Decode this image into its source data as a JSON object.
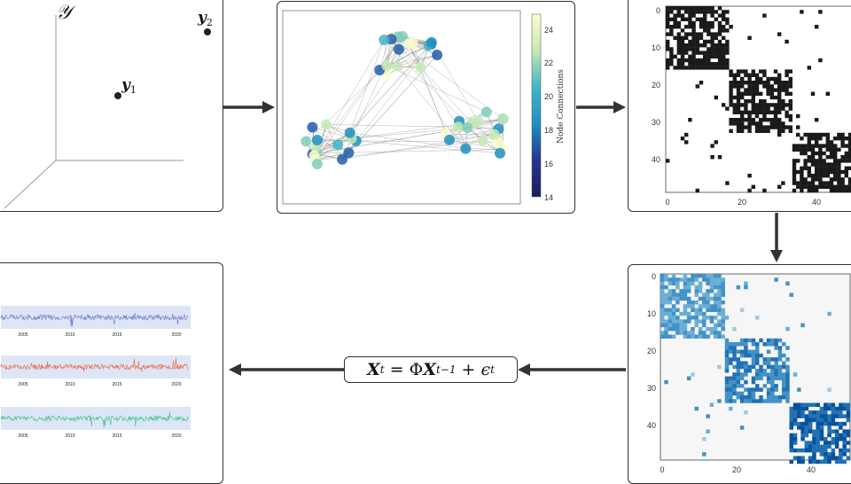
{
  "latent_space": {
    "space_label": "𝒴",
    "points": [
      {
        "label": "y",
        "sub": "1"
      },
      {
        "label": "y",
        "sub": "2"
      }
    ]
  },
  "graph": {
    "colorbar_label": "Node Connections",
    "colorbar_ticks": [
      "24",
      "22",
      "20",
      "18",
      "16",
      "14"
    ],
    "colormap": [
      "#fbfcce",
      "#c6e9b4",
      "#7fcdbb",
      "#41b6c4",
      "#1d91c0",
      "#225ea8",
      "#253494",
      "#1b1f5e"
    ]
  },
  "adjacency": {
    "x_ticks": [
      "0",
      "20",
      "40"
    ],
    "y_ticks": [
      "0",
      "10",
      "20",
      "30",
      "40"
    ],
    "cell_color": "#1a1a1a"
  },
  "var_matrix": {
    "x_ticks": [
      "0",
      "20",
      "40"
    ],
    "y_ticks": [
      "0",
      "10",
      "20",
      "30",
      "40"
    ],
    "cell_colors": [
      "#9ecae1",
      "#6baed6",
      "#4292c6",
      "#2171b5",
      "#08519c"
    ]
  },
  "equation": {
    "lhs": "X",
    "lhs_sub": "t",
    "eq": "=",
    "phi": "Φ",
    "rhs": "X",
    "rhs_sub": "t−1",
    "plus": "+",
    "eps": "ϵ",
    "eps_sub": "t"
  },
  "time_series": {
    "x_ticks": [
      "2005",
      "2010",
      "2015",
      "2020"
    ],
    "series_colors": [
      "#6b6fc4",
      "#f0603a",
      "#3cbf8c"
    ],
    "band_color": "#dde6f6"
  }
}
